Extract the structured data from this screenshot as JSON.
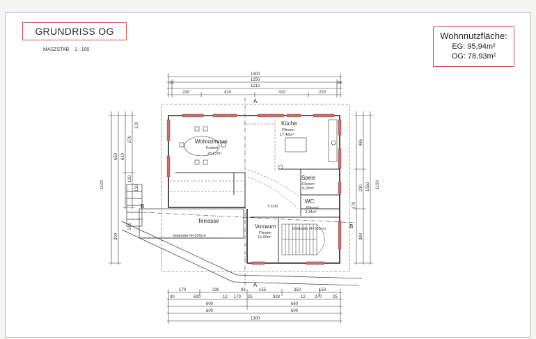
{
  "header": {
    "title": "GRUNDRISS OG",
    "scale_label": "MASZSTAB",
    "scale_value": "1 : 100"
  },
  "areas": {
    "heading": "Wohnnutzfläche:",
    "eg": "EG: 95,94m²",
    "og": "OG: 78,93m²"
  },
  "rooms": {
    "wohnzimmer": {
      "name": "Wohnzimmer",
      "floor": "Parkett",
      "area": "25,22m²"
    },
    "kueche": {
      "name": "Küche",
      "floor": "Fliesen",
      "area": "17,48m²"
    },
    "speis": {
      "name": "Speis",
      "floor": "Fliesen",
      "area": "6,09m²"
    },
    "wc": {
      "name": "WC",
      "floor": "Fliesen",
      "area": "3,34m²"
    },
    "vorraum": {
      "name": "Vorraum",
      "floor": "Fliesen",
      "area": "16,90m²"
    },
    "terrasse": {
      "name": "Terrasse"
    }
  },
  "notes": {
    "gelaender_terrasse": "Geländer H=100cm",
    "gelaender_stiege": "Geländer H=100cm",
    "level": "± 0,00"
  },
  "section_marks": {
    "a": "A",
    "b": "B"
  },
  "dimensions": {
    "top_total": "1300",
    "top_inner": "1250",
    "top_inner2": "1210",
    "top_parts": [
      "220",
      "410",
      "410",
      "220"
    ],
    "top_edge": [
      "25",
      "25"
    ],
    "bottom_parts": [
      "170",
      "330",
      "93",
      "155",
      "350",
      "150"
    ],
    "bottom_parts2": [
      "30",
      "600",
      "12",
      "170",
      "25",
      "928",
      "12",
      "270",
      "25"
    ],
    "bottom_mid": [
      "600",
      "660"
    ],
    "bottom_mid2": [
      "600",
      "600"
    ],
    "bottom_total": "1300",
    "left_total": "1100",
    "left_parts": [
      "650",
      "610",
      "270",
      "170",
      "120",
      "150",
      "210",
      "300"
    ],
    "right_total": "1100",
    "right_parts": [
      "485",
      "1050",
      "230",
      "380",
      "170"
    ]
  }
}
